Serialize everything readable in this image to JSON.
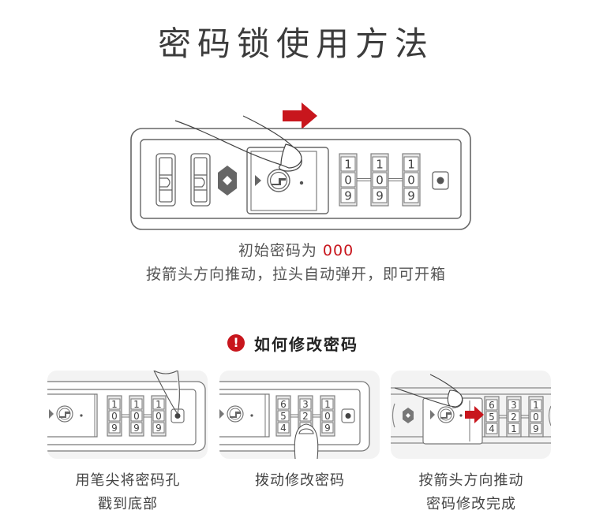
{
  "title": "密码锁使用方法",
  "main": {
    "dials": [
      [
        "1",
        "0",
        "9"
      ],
      [
        "1",
        "0",
        "9"
      ],
      [
        "1",
        "0",
        "9"
      ]
    ],
    "caption_line1_prefix": "初始密码为",
    "caption_line1_code": "000",
    "caption_line2": "按箭头方向推动，拉头自动弹开，即可开箱"
  },
  "howto": {
    "icon": "!",
    "label": "如何修改密码"
  },
  "steps": [
    {
      "dials": [
        [
          "1",
          "0",
          "9"
        ],
        [
          "1",
          "0",
          "9"
        ],
        [
          "1",
          "0",
          "9"
        ]
      ],
      "caption_line1": "用笔尖将密码孔",
      "caption_line2": "戳到底部"
    },
    {
      "dials": [
        [
          "6",
          "5",
          "4"
        ],
        [
          "3",
          "2",
          ""
        ],
        [
          "1",
          "0",
          "9"
        ]
      ],
      "caption_line1": "拨动修改密码",
      "caption_line2": ""
    },
    {
      "dials": [
        [
          "6",
          "5",
          "4"
        ],
        [
          "3",
          "2",
          "1"
        ],
        [
          "1",
          "0",
          "9"
        ]
      ],
      "caption_line1": "按箭头方向推动",
      "caption_line2": "密码修改完成"
    }
  ],
  "colors": {
    "accent_red": "#c8161d",
    "line_gray": "#555555",
    "panel_bg": "#f3f3f3"
  }
}
